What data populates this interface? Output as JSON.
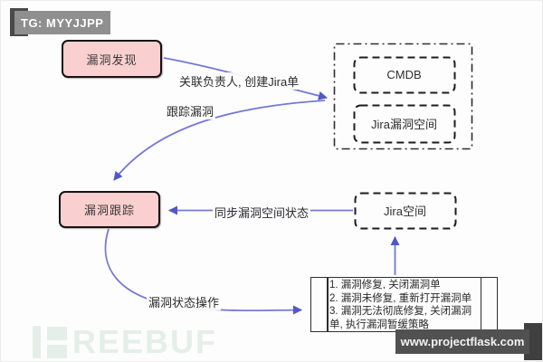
{
  "watermarks": {
    "telegram": "TG: MYYJJPP",
    "site": "www.projectflask.com",
    "brand": "REEBUF"
  },
  "diagram": {
    "nodes": {
      "discovery": "漏洞发现",
      "tracking": "漏洞跟踪",
      "cmdb": "CMDB",
      "jira_vuln_space": "Jira漏洞空间",
      "jira_space": "Jira空间",
      "actions": [
        "1. 漏洞修复, 关闭漏洞单",
        "2. 漏洞未修复, 重新打开漏洞单",
        "3. 漏洞无法彻底修复, 关闭漏洞单, 执行漏洞暂缓策略"
      ]
    },
    "edges": {
      "create_jira": "关联负责人, 创建Jira单",
      "track": "跟踪漏洞",
      "sync": "同步漏洞空间状态",
      "status_ops": "漏洞状态操作"
    },
    "colors": {
      "node_fill": "#f9cfcf",
      "node_border": "#141414",
      "arrow_line": "#7478d4",
      "arrow_head": "#5156c8",
      "dashed_border": "#2e2e2e",
      "watermark_bar_top": "#8f8f8f",
      "watermark_bar_bottom": "#515151",
      "brand_watermark": "#e4efe9"
    }
  }
}
